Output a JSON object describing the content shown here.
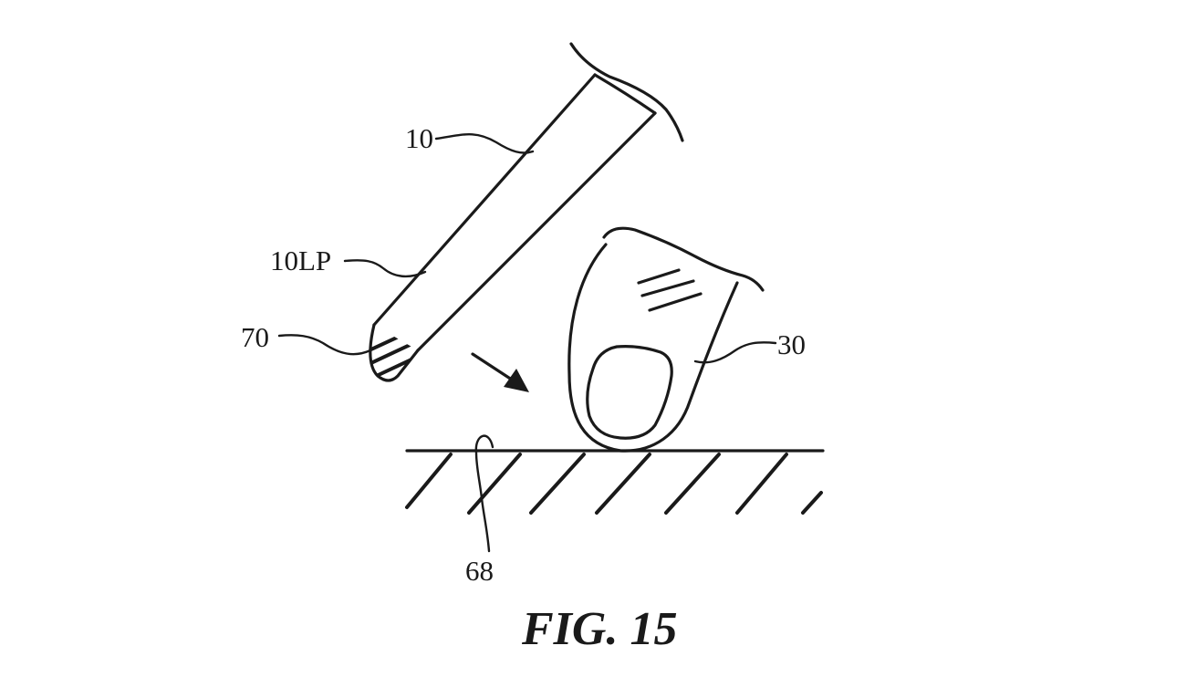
{
  "figure": {
    "title": "FIG. 15",
    "labels": {
      "stylus": "10",
      "stylus_lower_portion": "10LP",
      "stylus_tip": "70",
      "finger": "30",
      "surface": "68"
    }
  },
  "colors": {
    "ink": "#1a1a1a",
    "background": "#ffffff"
  }
}
